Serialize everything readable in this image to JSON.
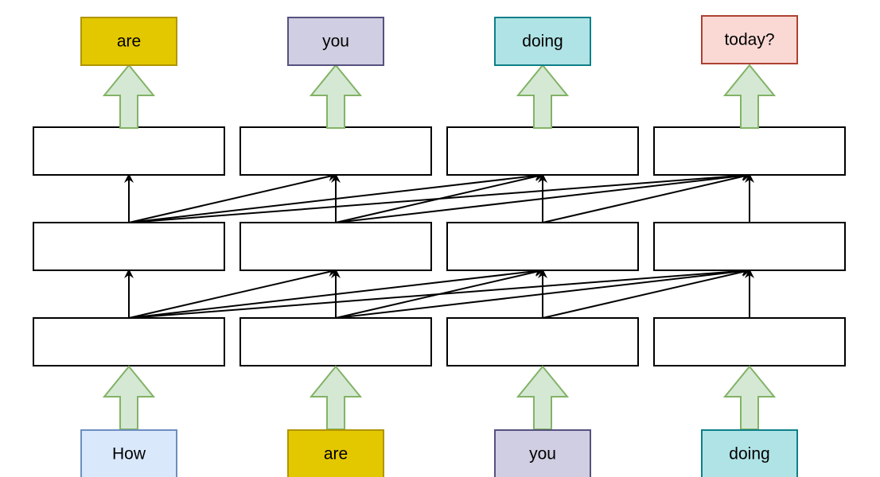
{
  "inputs": [
    {
      "text": "How",
      "fill": "#dae8fc",
      "stroke": "#6c8ebf"
    },
    {
      "text": "are",
      "fill": "#e3c800",
      "stroke": "#b09500"
    },
    {
      "text": "you",
      "fill": "#d0cee2",
      "stroke": "#56517e"
    },
    {
      "text": "doing",
      "fill": "#b0e3e6",
      "stroke": "#0e8088"
    }
  ],
  "outputs": [
    {
      "text": "are",
      "fill": "#e3c800",
      "stroke": "#b09500"
    },
    {
      "text": "you",
      "fill": "#d0cee2",
      "stroke": "#56517e"
    },
    {
      "text": "doing",
      "fill": "#b0e3e6",
      "stroke": "#0e8088"
    },
    {
      "text": "today?",
      "fill": "#fad9d5",
      "stroke": "#ae4132"
    }
  ],
  "arrow_style": {
    "fill": "#d5e8d4",
    "stroke": "#82b366"
  },
  "layers": 3,
  "attention": "causal"
}
